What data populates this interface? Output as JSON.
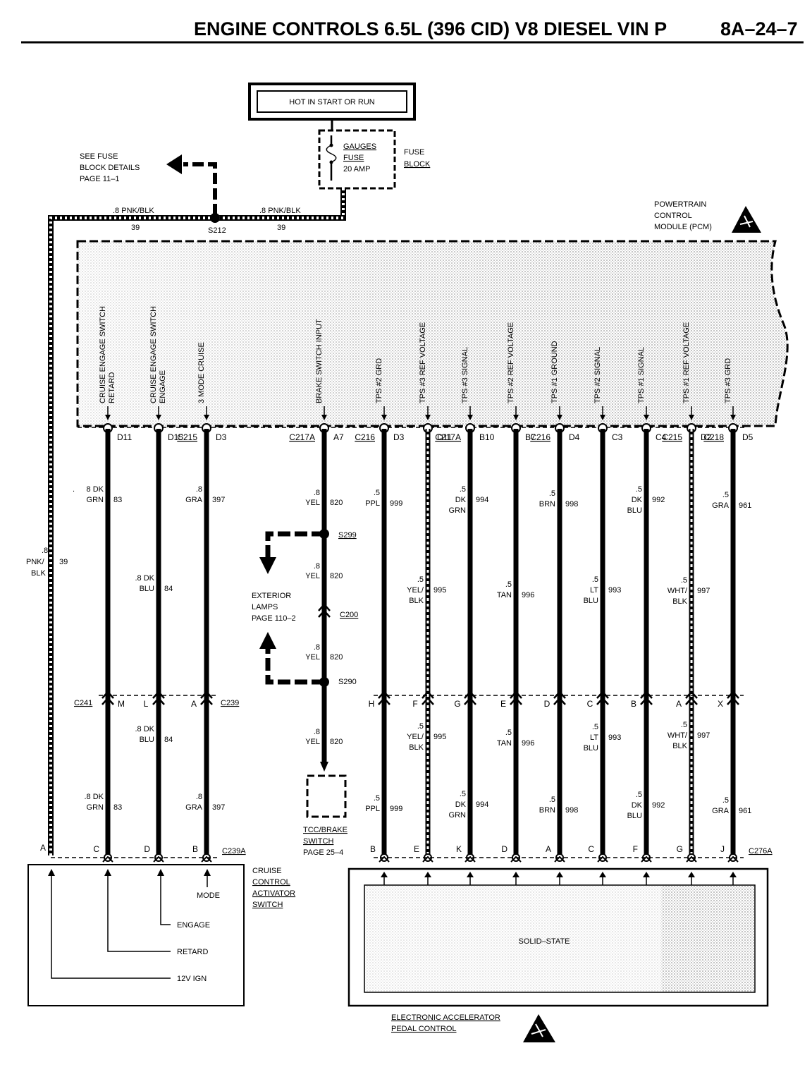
{
  "page": {
    "title": "ENGINE CONTROLS 6.5L (396 CID) V8 DIESEL VIN P",
    "page_number": "8A–24–7"
  },
  "power": {
    "hot_label": "HOT IN START OR RUN",
    "fuse": [
      "GAUGES",
      "FUSE",
      "20 AMP"
    ],
    "fuse_block": [
      "FUSE",
      "BLOCK"
    ],
    "see_fuse": [
      "SEE FUSE",
      "BLOCK DETAILS",
      "PAGE 11–1"
    ],
    "splice": "S212",
    "wire_left": {
      "size": ".8 PNK/BLK",
      "circuit": "39"
    },
    "wire_right": {
      "size": ".8 PNK/BLK",
      "circuit": "39"
    },
    "left_vertical": {
      "l1": ".8",
      "l2": "PNK/",
      "l3": "BLK",
      "circuit": "39"
    }
  },
  "pcm": {
    "name": [
      "POWERTRAIN",
      "CONTROL",
      "MODULE (PCM)"
    ],
    "pins": [
      {
        "name": "CRUISE ENGAGE SWITCH",
        "name2": "RETARD",
        "pin": "D11",
        "conn": ""
      },
      {
        "name": "CRUISE ENGAGE SWITCH",
        "name2": "ENGAGE",
        "pin": "D15",
        "conn": ""
      },
      {
        "name": "3 MODE CRUISE",
        "name2": "",
        "pin": "D3",
        "conn": "C215"
      },
      {
        "name": "BRAKE SWITCH INPUT",
        "name2": "",
        "pin": "A7",
        "conn": "C217A"
      },
      {
        "name": "TPS #2 GRD",
        "name2": "",
        "pin": "D3",
        "conn": "C216"
      },
      {
        "name": "TPS #3 REF VOLTAGE",
        "name2": "",
        "pin": "D11",
        "conn": ""
      },
      {
        "name": "TPS #3 SIGNAL",
        "name2": "",
        "pin": "B10",
        "conn": "C217A"
      },
      {
        "name": "TPS #2 REF VOLTAGE",
        "name2": "",
        "pin": "B7",
        "conn": ""
      },
      {
        "name": "TPS #1 GROUND",
        "name2": "",
        "pin": "D4",
        "conn": "C216"
      },
      {
        "name": "TPS #2 SIGNAL",
        "name2": "",
        "pin": "C3",
        "conn": ""
      },
      {
        "name": "TPS #1 SIGNAL",
        "name2": "",
        "pin": "C4",
        "conn": ""
      },
      {
        "name": "TPS #1 REF VOLTAGE",
        "name2": "",
        "pin": "D2",
        "conn": "C215"
      },
      {
        "name": "TPS #3 GRD",
        "name2": "",
        "pin": "D5",
        "conn": "C218"
      }
    ]
  },
  "wires": [
    {
      "upper": [
        "8 DK",
        "GRN"
      ],
      "upper_size": ".",
      "circuit": "83",
      "mid_pin": "M",
      "lower_pin": "C",
      "lower": [
        ".8 DK",
        "GRN"
      ]
    },
    {
      "upper": [
        ".8 DK",
        "BLU"
      ],
      "circuit": "84",
      "mid_pin": "L",
      "lower_pin": "D",
      "lower": [
        ".8 DK",
        "BLU"
      ]
    },
    {
      "upper": [
        ".8",
        "GRA"
      ],
      "circuit": "397",
      "mid_pin": "A",
      "lower_pin": "B",
      "lower": [
        ".8",
        "GRA"
      ]
    },
    {
      "upper": [
        ".8",
        "YEL"
      ],
      "circuit": "820"
    },
    {
      "upper": [
        ".5",
        "PPL"
      ],
      "circuit": "999",
      "mid_pin": "H",
      "lower_pin": "B",
      "lower": [
        ".5",
        "PPL"
      ]
    },
    {
      "upper": [
        ".5",
        "YEL/",
        "BLK"
      ],
      "circuit": "995",
      "mid_pin": "F",
      "lower_pin": "E",
      "lower": [
        ".5",
        "YEL/",
        "BLK"
      ]
    },
    {
      "upper": [
        ".5",
        "DK",
        "GRN"
      ],
      "circuit": "994",
      "mid_pin": "G",
      "lower_pin": "K",
      "lower": [
        ".5",
        "DK",
        "GRN"
      ]
    },
    {
      "upper": [
        ".5",
        "TAN"
      ],
      "circuit": "996",
      "mid_pin": "E",
      "lower_pin": "D",
      "lower": [
        ".5",
        "TAN"
      ]
    },
    {
      "upper": [
        ".5",
        "BRN"
      ],
      "circuit": "998",
      "mid_pin": "D",
      "lower_pin": "A",
      "lower": [
        ".5",
        "BRN"
      ]
    },
    {
      "upper": [
        ".5",
        "LT",
        "BLU"
      ],
      "circuit": "993",
      "mid_pin": "C",
      "lower_pin": "C",
      "lower": [
        ".5",
        "LT",
        "BLU"
      ]
    },
    {
      "upper": [
        ".5",
        "DK",
        "BLU"
      ],
      "circuit": "992",
      "mid_pin": "B",
      "lower_pin": "F",
      "lower": [
        ".5",
        "DK",
        "BLU"
      ]
    },
    {
      "upper": [
        ".5",
        "WHT/",
        "BLK"
      ],
      "circuit": "997",
      "mid_pin": "A",
      "lower_pin": "G",
      "lower": [
        ".5",
        "WHT/",
        "BLK"
      ]
    },
    {
      "upper": [
        ".5",
        "GRA"
      ],
      "circuit": "961",
      "mid_pin": "X",
      "lower_pin": "J",
      "lower": [
        ".5",
        "GRA"
      ]
    }
  ],
  "connectors": {
    "c241": "C241",
    "c239": "C239",
    "c239a": "C239A",
    "c276a": "C276A",
    "left_pin_a": "A"
  },
  "brake": {
    "s299": "S299",
    "c200": "C200",
    "s290": "S290",
    "exterior": [
      "EXTERIOR",
      "LAMPS",
      "PAGE 110–2"
    ],
    "tcc": [
      "TCC/BRAKE",
      "SWITCH",
      "PAGE 25–4"
    ],
    "seg_size": ".8",
    "seg_color": "YEL",
    "seg_circuit": "820"
  },
  "cruise_switch": {
    "name": [
      "CRUISE",
      "CONTROL",
      "ACTIVATOR",
      "SWITCH"
    ],
    "mode": "MODE",
    "engage": "ENGAGE",
    "retard": "RETARD",
    "ign": "12V IGN"
  },
  "pedal": {
    "name": [
      "ELECTRONIC ACCELERATOR",
      "PEDAL CONTROL"
    ],
    "inner": "SOLID–STATE"
  }
}
